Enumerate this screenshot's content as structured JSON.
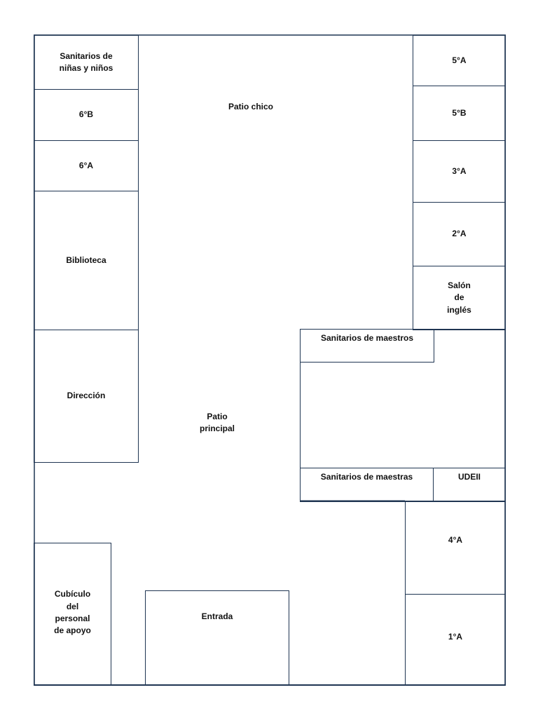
{
  "areas": {
    "patio_chico": "Patio chico",
    "patio_principal": "Patio\nprincipal",
    "entrada": "Entrada"
  },
  "rooms": {
    "sanitarios_ninos": "Sanitarios de\nniñas y niños",
    "6b": "6°B",
    "6a": "6°A",
    "biblioteca": "Biblioteca",
    "direccion": "Dirección",
    "5a": "5°A",
    "5b": "5°B",
    "3a": "3°A",
    "2a": "2°A",
    "salon_ingles": "Salón\nde\ninglés",
    "sanitarios_maestros": "Sanitarios de maestros",
    "sanitarios_maestras": "Sanitarios de maestras",
    "udeii": "UDEII",
    "4a": "4°A",
    "1a": "1°A",
    "cubiculo": "Cubículo\ndel\npersonal\nde apoyo"
  },
  "colors": {
    "wall": "#1f3552",
    "text": "#111111"
  }
}
